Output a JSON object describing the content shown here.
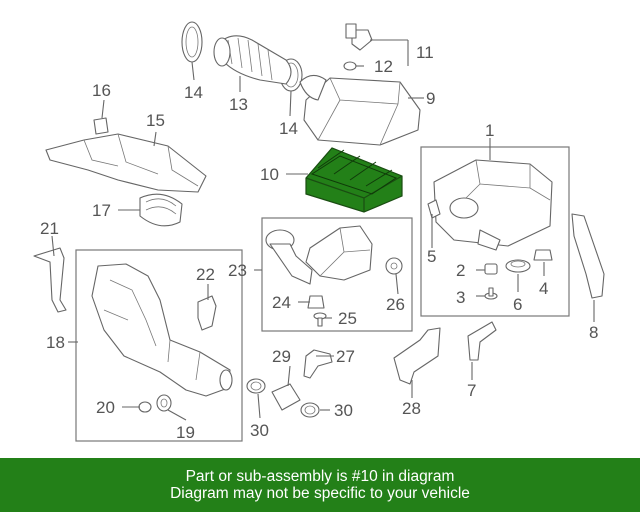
{
  "diagram": {
    "callouts": [
      {
        "id": "c1",
        "text": "1"
      },
      {
        "id": "c2",
        "text": "2"
      },
      {
        "id": "c3",
        "text": "3"
      },
      {
        "id": "c4",
        "text": "4"
      },
      {
        "id": "c5",
        "text": "5"
      },
      {
        "id": "c6",
        "text": "6"
      },
      {
        "id": "c7",
        "text": "7"
      },
      {
        "id": "c8",
        "text": "8"
      },
      {
        "id": "c9",
        "text": "9"
      },
      {
        "id": "c10",
        "text": "10"
      },
      {
        "id": "c11",
        "text": "11"
      },
      {
        "id": "c12",
        "text": "12"
      },
      {
        "id": "c13",
        "text": "13"
      },
      {
        "id": "c14a",
        "text": "14"
      },
      {
        "id": "c14b",
        "text": "14"
      },
      {
        "id": "c15",
        "text": "15"
      },
      {
        "id": "c16",
        "text": "16"
      },
      {
        "id": "c17",
        "text": "17"
      },
      {
        "id": "c18",
        "text": "18"
      },
      {
        "id": "c19",
        "text": "19"
      },
      {
        "id": "c20",
        "text": "20"
      },
      {
        "id": "c21",
        "text": "21"
      },
      {
        "id": "c22",
        "text": "22"
      },
      {
        "id": "c23",
        "text": "23"
      },
      {
        "id": "c24",
        "text": "24"
      },
      {
        "id": "c25",
        "text": "25"
      },
      {
        "id": "c26",
        "text": "26"
      },
      {
        "id": "c27",
        "text": "27"
      },
      {
        "id": "c28",
        "text": "28"
      },
      {
        "id": "c29",
        "text": "29"
      },
      {
        "id": "c30a",
        "text": "30"
      },
      {
        "id": "c30b",
        "text": "30"
      }
    ],
    "highlight_color": "#238018"
  },
  "banner": {
    "line1": "Part or sub-assembly is #10 in diagram",
    "line2": "Diagram may not be specific to your vehicle",
    "bg_color": "#238018"
  }
}
